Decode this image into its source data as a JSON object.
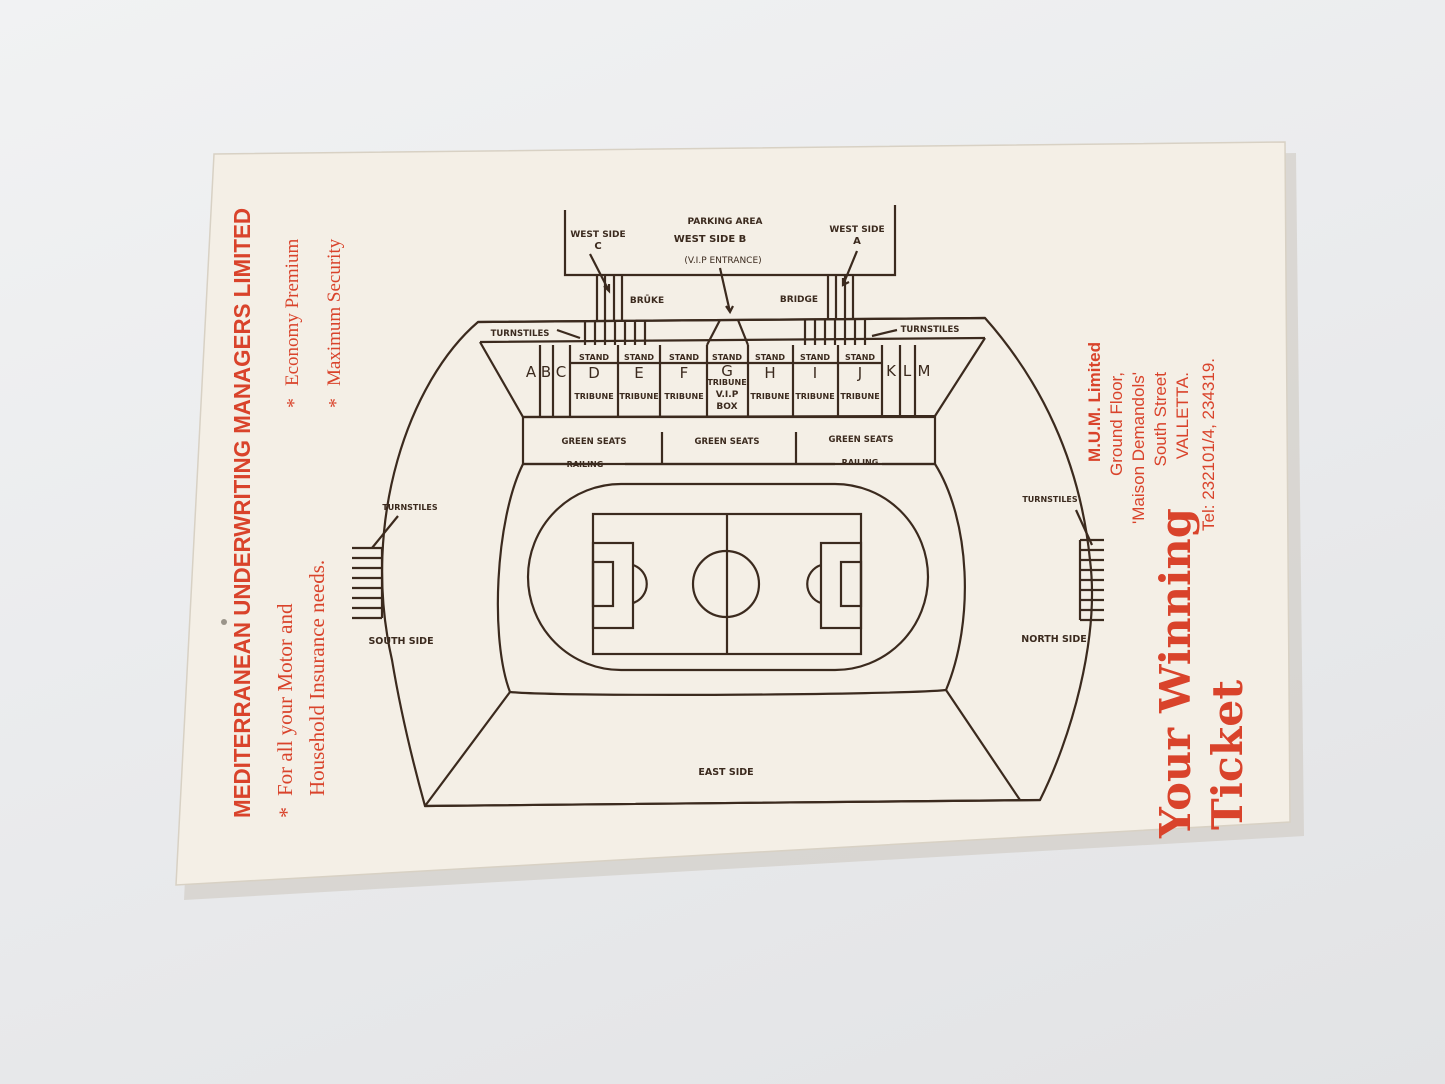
{
  "colors": {
    "card": "#f4efe6",
    "accent_red": "#d9432b",
    "ink": "#3b2a1e",
    "background": "#e9eaec"
  },
  "left_panel": {
    "company": "MEDITERRANEAN UNDERWRITING MANAGERS LIMITED",
    "bullet_1_line_1": "For all your Motor and",
    "bullet_1_line_2": "Household Insurance needs.",
    "bullet_2": "Economy Premium",
    "bullet_3": "Maximum Security",
    "bullet_symbol": "*"
  },
  "right_panel": {
    "name": "M.U.M. Limited",
    "line_1": "Ground Floor,",
    "line_2": "'Maison Demandols'",
    "line_3": "South Street",
    "line_4": "VALLETTA.",
    "phone": "Tel: 232101/4, 234319.",
    "slogan_line_1": "Your Winning",
    "slogan_line_2": "Ticket"
  },
  "map": {
    "parking_area": "PARKING AREA",
    "west_side_c_1": "WEST SIDE",
    "west_side_c_2": "C",
    "west_side_b": "WEST SIDE B",
    "vip_entrance": "(V.I.P ENTRANCE)",
    "west_side_a_1": "WEST SIDE",
    "west_side_a_2": "A",
    "bruke": "BRŪKE",
    "bridge": "BRIDGE",
    "turnstiles_left": "TURNSTILES",
    "turnstiles_right": "TURNSTILES",
    "turnstiles_south": "TURNSTILES",
    "turnstiles_north": "TURNSTILES",
    "sections": [
      "A",
      "B",
      "C",
      "D",
      "E",
      "F",
      "G",
      "H",
      "I",
      "J",
      "K",
      "L",
      "M"
    ],
    "stand": "STAND",
    "tribune": "TRIBUNE",
    "vip_1": "V.I.P",
    "vip_2": "BOX",
    "green_seats_1": "GREEN SEATS",
    "green_seats_2": "GREEN SEATS",
    "green_seats_3": "GREEN SEATS",
    "railing_1": "RAILING",
    "railing_2": "RAILING",
    "south_side": "SOUTH SIDE",
    "north_side": "NORTH SIDE",
    "east_side": "EAST SIDE"
  }
}
